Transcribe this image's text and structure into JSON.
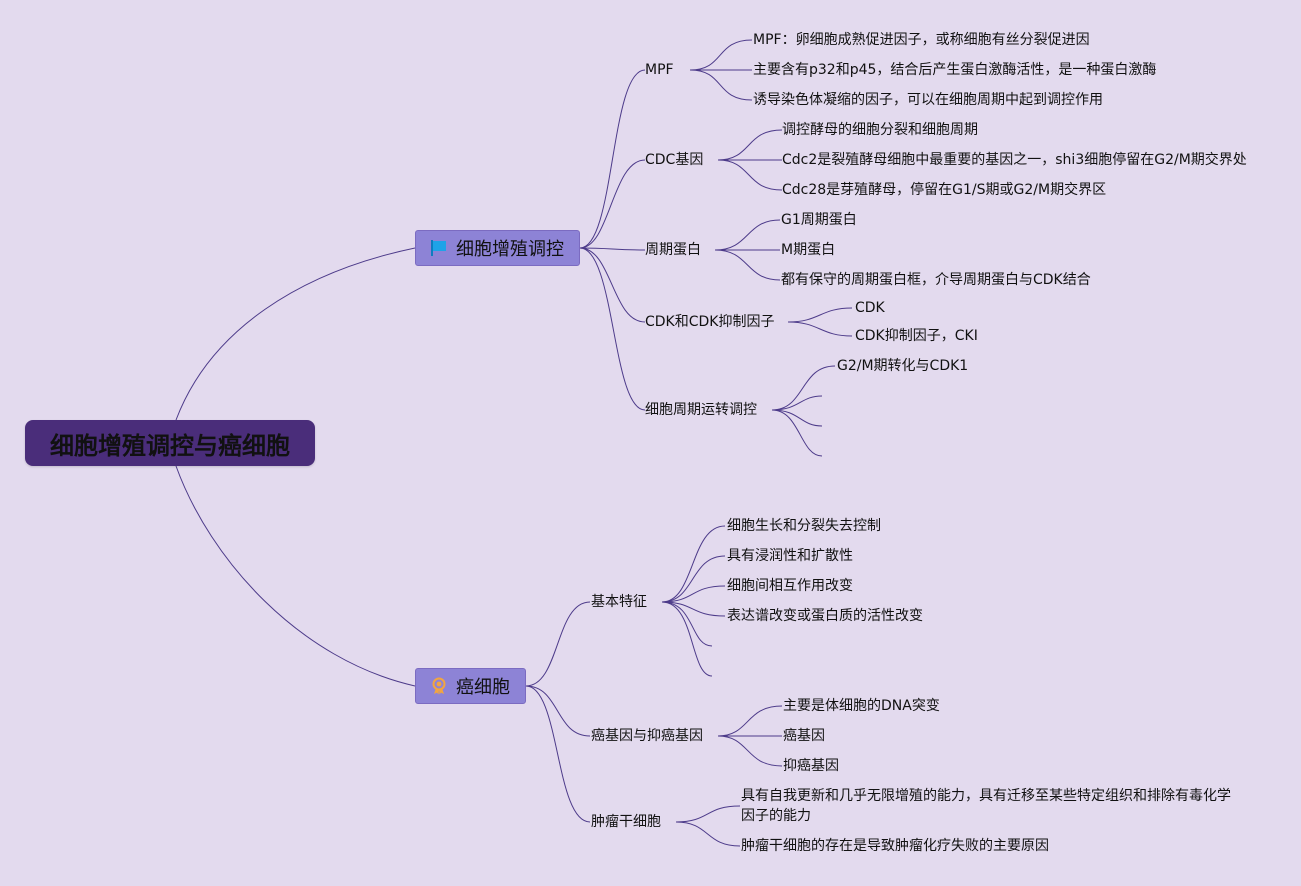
{
  "map": {
    "root": "细胞增殖调控与癌细胞",
    "branches": [
      {
        "label": "细胞增殖调控",
        "icon": "flag-icon",
        "children": [
          {
            "label": "MPF",
            "items": [
              "MPF：卵细胞成熟促进因子，或称细胞有丝分裂促进因",
              "主要含有p32和p45，结合后产生蛋白激酶活性，是一种蛋白激酶",
              "诱导染色体凝缩的因子，可以在细胞周期中起到调控作用"
            ]
          },
          {
            "label": "CDC基因",
            "items": [
              "调控酵母的细胞分裂和细胞周期",
              "Cdc2是裂殖酵母细胞中最重要的基因之一，shi3细胞停留在G2/M期交界处",
              "Cdc28是芽殖酵母，停留在G1/S期或G2/M期交界区"
            ]
          },
          {
            "label": "周期蛋白",
            "items": [
              "G1周期蛋白",
              "M期蛋白",
              "都有保守的周期蛋白框，介导周期蛋白与CDK结合"
            ]
          },
          {
            "label": "CDK和CDK抑制因子",
            "items": [
              "CDK",
              "CDK抑制因子，CKI"
            ]
          },
          {
            "label": "细胞周期运转调控",
            "items": [
              "G2/M期转化与CDK1"
            ]
          }
        ]
      },
      {
        "label": "癌细胞",
        "icon": "award-ribbon-icon",
        "children": [
          {
            "label": "基本特征",
            "items": [
              "细胞生长和分裂失去控制",
              "具有浸润性和扩散性",
              "细胞间相互作用改变",
              "表达谱改变或蛋白质的活性改变"
            ]
          },
          {
            "label": "癌基因与抑癌基因",
            "items": [
              "主要是体细胞的DNA突变",
              "癌基因",
              "抑癌基因"
            ]
          },
          {
            "label": "肿瘤干细胞",
            "items": [
              "具有自我更新和几乎无限增殖的能力，具有迁移至某些特定组织和排除有毒化学因子的能力",
              "肿瘤干细胞的存在是导致肿瘤化疗失败的主要原因"
            ]
          }
        ]
      }
    ]
  },
  "colors": {
    "background": "#e3daee",
    "root_fill": "#4a2d7a",
    "branch_fill": "#8d83d6",
    "branch_border": "#7b6bc1",
    "link": "#4d3b8a",
    "flag": "#1ea3e8",
    "award": "#f2a541"
  }
}
